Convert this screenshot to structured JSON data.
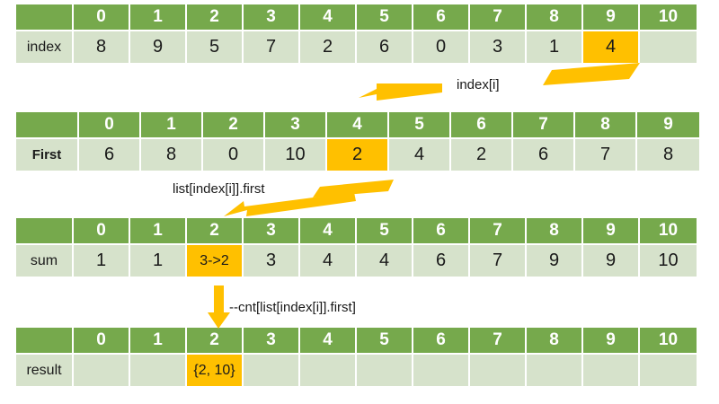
{
  "theme": {
    "header_green": "#76a94c",
    "cell_bg": "#d6e2cb",
    "highlight_orange": "#ffc000",
    "arrow_orange": "#ffc000",
    "text_dark": "#1a1a1a",
    "header_text": "#ffffff"
  },
  "tables": [
    {
      "id": "index-table",
      "label": "index",
      "label_bold": false,
      "columns": [
        "0",
        "1",
        "2",
        "3",
        "4",
        "5",
        "6",
        "7",
        "8",
        "9",
        "10"
      ],
      "values": [
        "8",
        "9",
        "5",
        "7",
        "2",
        "6",
        "0",
        "3",
        "1",
        "4",
        ""
      ],
      "highlight_index": 9
    },
    {
      "id": "first-table",
      "label": "First",
      "label_bold": true,
      "columns": [
        "0",
        "1",
        "2",
        "3",
        "4",
        "5",
        "6",
        "7",
        "8",
        "9"
      ],
      "values": [
        "6",
        "8",
        "0",
        "10",
        "2",
        "4",
        "2",
        "6",
        "7",
        "8"
      ],
      "highlight_index": 4
    },
    {
      "id": "sum-table",
      "label": "sum",
      "label_bold": false,
      "columns": [
        "0",
        "1",
        "2",
        "3",
        "4",
        "5",
        "6",
        "7",
        "8",
        "9",
        "10"
      ],
      "values": [
        "1",
        "1",
        "3->2",
        "3",
        "4",
        "4",
        "6",
        "7",
        "9",
        "9",
        "10"
      ],
      "highlight_index": 2
    },
    {
      "id": "result-table",
      "label": "result",
      "label_bold": false,
      "columns": [
        "0",
        "1",
        "2",
        "3",
        "4",
        "5",
        "6",
        "7",
        "8",
        "9",
        "10"
      ],
      "values": [
        "",
        "",
        "{2, 10}",
        "",
        "",
        "",
        "",
        "",
        "",
        "",
        ""
      ],
      "highlight_index": 2
    }
  ],
  "annotations": [
    {
      "id": "anno-index-i",
      "text": "index[i]"
    },
    {
      "id": "anno-list-first",
      "text": "list[index[i]].first"
    },
    {
      "id": "anno-cnt-dec",
      "text": "--cnt[list[index[i]].first]"
    }
  ]
}
